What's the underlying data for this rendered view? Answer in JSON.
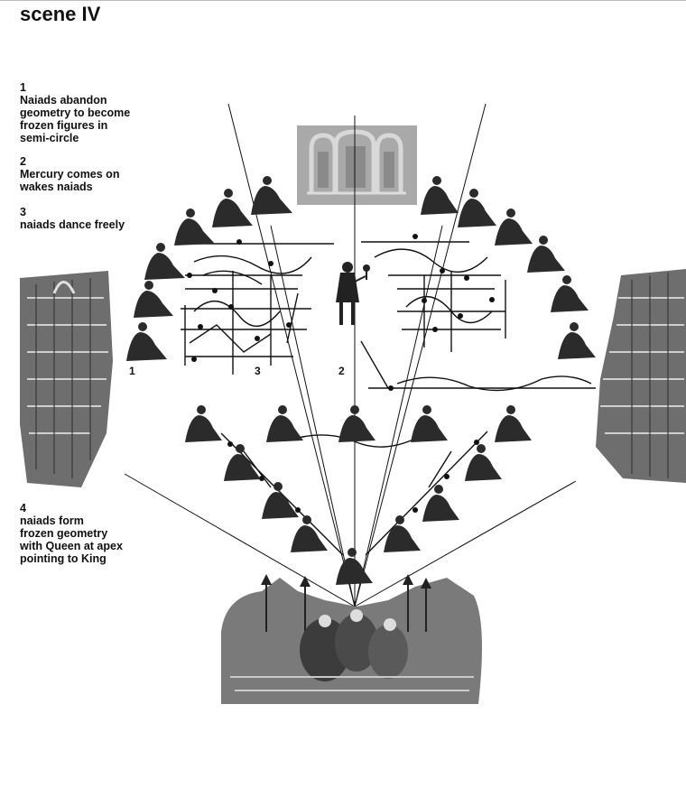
{
  "title": "scene IV",
  "notes": [
    {
      "num": "1",
      "text": "Naiads abandon\ngeometry to become\nfrozen figures in\nsemi-circle"
    },
    {
      "num": "2",
      "text": "Mercury comes on\nwakes naiads"
    },
    {
      "num": "3",
      "text": "naiads dance freely"
    },
    {
      "num": "4",
      "text": "naiads form\nfrozen geometry\nwith Queen at apex\npointing to King"
    }
  ],
  "markers": [
    "1",
    "3",
    "2"
  ],
  "colors": {
    "ink": "#111111",
    "backdrop": "#a9a9a9",
    "engraving": "#555555"
  }
}
